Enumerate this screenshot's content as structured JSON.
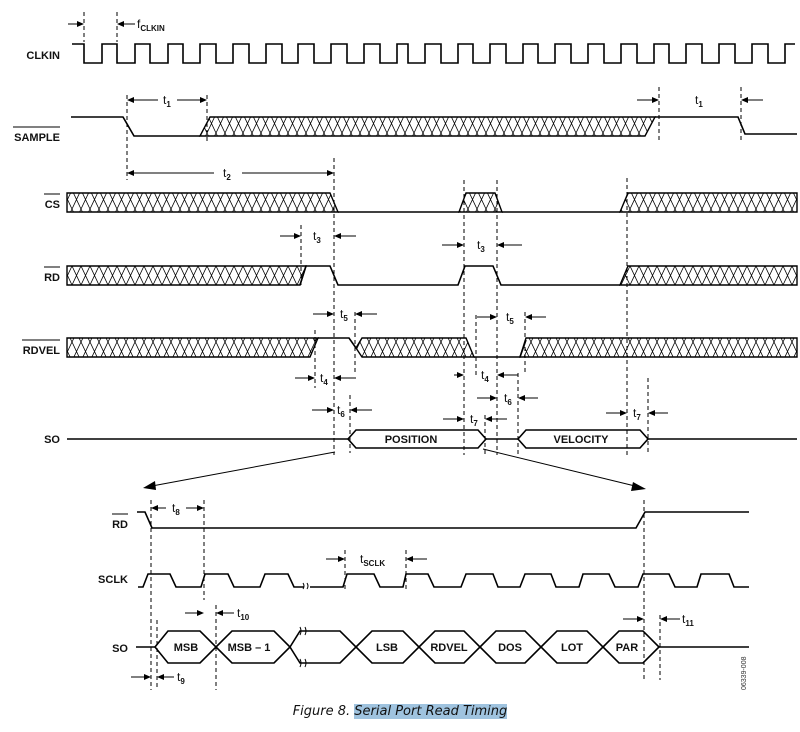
{
  "signals": {
    "clkin": "CLKIN",
    "sample": "SAMPLE",
    "cs": "CS",
    "rd": "RD",
    "rdvel": "RDVEL",
    "so": "SO",
    "rd_detail": "RD",
    "sclk": "SCLK",
    "so_detail": "SO"
  },
  "timing_params": {
    "fclkin": {
      "base": "f",
      "sub": "CLKIN"
    },
    "t1": {
      "base": "t",
      "sub": "1"
    },
    "t2": {
      "base": "t",
      "sub": "2"
    },
    "t3": {
      "base": "t",
      "sub": "3"
    },
    "t4": {
      "base": "t",
      "sub": "4"
    },
    "t5": {
      "base": "t",
      "sub": "5"
    },
    "t6": {
      "base": "t",
      "sub": "6"
    },
    "t7": {
      "base": "t",
      "sub": "7"
    },
    "t8": {
      "base": "t",
      "sub": "8"
    },
    "t9": {
      "base": "t",
      "sub": "9"
    },
    "t10": {
      "base": "t",
      "sub": "10"
    },
    "t11": {
      "base": "t",
      "sub": "11"
    },
    "tsclk": {
      "base": "t",
      "sub": "SCLK"
    }
  },
  "so_frames": [
    "POSITION",
    "VELOCITY"
  ],
  "so_bits": [
    "MSB",
    "MSB – 1",
    "",
    "LSB",
    "RDVEL",
    "DOS",
    "LOT",
    "PAR"
  ],
  "figure_id": "06339-008",
  "caption": {
    "prefix": "Figure 8.",
    "title": "Serial Port Read Timing"
  }
}
